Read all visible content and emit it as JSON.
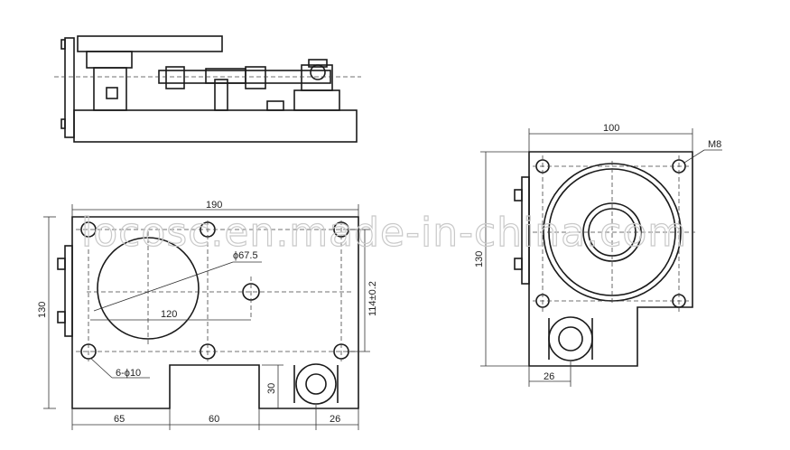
{
  "watermark": "locosc.en.made-in-china.com",
  "front_view": {
    "dim_width": "190",
    "dim_height": "130",
    "dim_hole_pitch_v": "114±0.2",
    "dim_hole_pitch_h": "120",
    "dim_bore": "ϕ67.5",
    "dim_holes": "6-ϕ10",
    "dim_slot_depth": "30",
    "dim_left": "65",
    "dim_slot_width": "60",
    "dim_right": "26"
  },
  "side_view": {
    "dim_width": "100",
    "dim_height": "130",
    "dim_thread": "M8",
    "dim_offset": "26"
  }
}
